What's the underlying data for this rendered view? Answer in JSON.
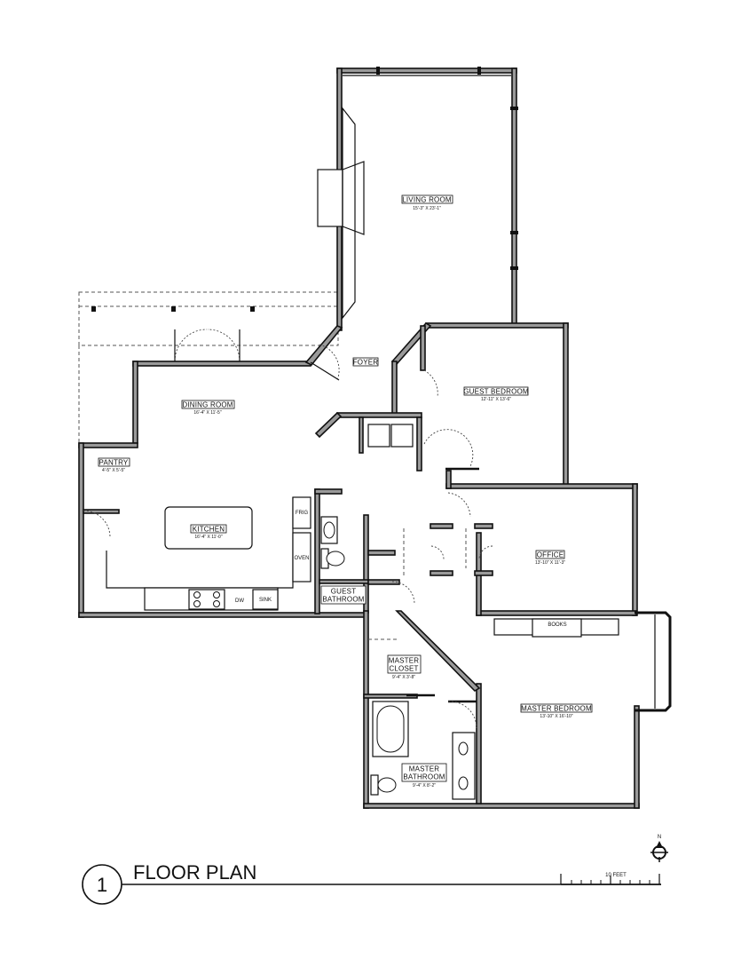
{
  "rooms": {
    "living_room": {
      "name": "LIVING ROOM",
      "dims": "15'-3\" X 23'-1\""
    },
    "foyer": {
      "name": "FOYER"
    },
    "dining_room": {
      "name": "DINING ROOM",
      "dims": "16'-4\" X 11'-5\""
    },
    "guest_bedroom": {
      "name": "GUEST BEDROOM",
      "dims": "12'-11\" X 13'-6\""
    },
    "pantry": {
      "name": "PANTRY",
      "dims": "4'-5\" X 5'-5\""
    },
    "kitchen": {
      "name": "KITCHEN",
      "dims": "16'-4\" X 11'-0\""
    },
    "office": {
      "name": "OFFICE",
      "dims": "13'-10\" X 11'-3\""
    },
    "guest_bathroom": {
      "line1": "GUEST",
      "line2": "BATHROOM"
    },
    "master_closet": {
      "line1": "MASTER",
      "line2": "CLOSET",
      "dims": "9'-4\" X 3'-8\""
    },
    "master_bedroom": {
      "name": "MASTER BEDROOM",
      "dims": "13'-10\" X 16'-10\""
    },
    "master_bathroom": {
      "line1": "MASTER",
      "line2": "BATHROOM",
      "dims": "9'-4\" X 8'-2\""
    }
  },
  "fixtures": {
    "frig": "FRIG",
    "oven": "OVEN",
    "dw": "DW",
    "sink": "SINK",
    "books": "BOOKS"
  },
  "title_block": {
    "number": "1",
    "title": "FLOOR PLAN",
    "scale_label": "10 FEET",
    "north": "N"
  }
}
